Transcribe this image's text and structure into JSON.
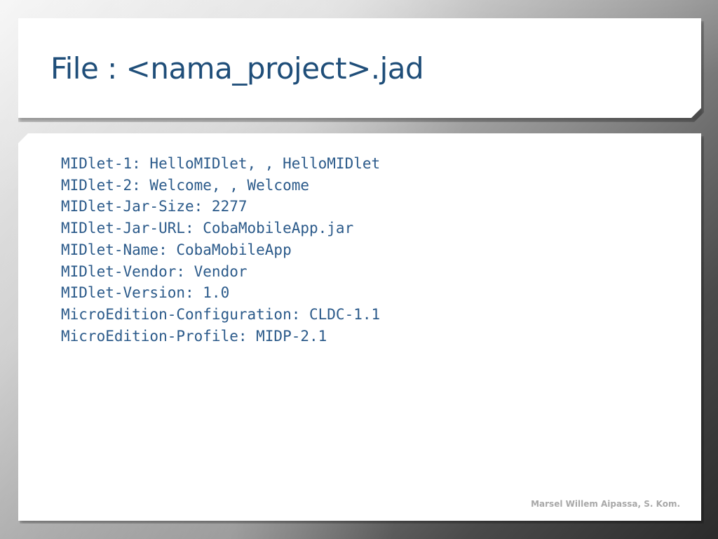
{
  "slide": {
    "title": "File : <nama_project>.jad",
    "code_lines": [
      "MIDlet-1: HelloMIDlet, , HelloMIDlet",
      "MIDlet-2: Welcome, , Welcome",
      "MIDlet-Jar-Size: 2277",
      "MIDlet-Jar-URL: CobaMobileApp.jar",
      "MIDlet-Name: CobaMobileApp",
      "MIDlet-Vendor: Vendor",
      "MIDlet-Version: 1.0",
      "MicroEdition-Configuration: CLDC-1.1",
      "MicroEdition-Profile: MIDP-2.1"
    ],
    "footer": "Marsel Willem Aipassa, S. Kom."
  },
  "colors": {
    "title": "#1f4e79",
    "code": "#2b5a8a",
    "footer": "#a8a8a8",
    "panel": "#ffffff"
  }
}
